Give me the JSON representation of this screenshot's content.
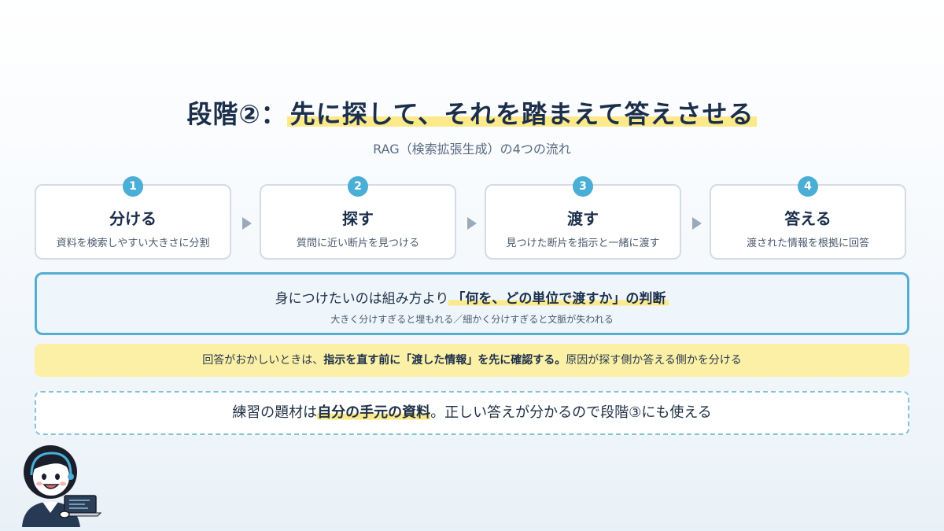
{
  "title": {
    "prefix": "段階②：",
    "highlight": "先に探して、それを踏まえて答えさせる"
  },
  "subtitle": "RAG（検索拡張生成）の4つの流れ",
  "steps": [
    {
      "number": "1",
      "title": "分ける",
      "desc": "資料を検索しやすい大きさに分割"
    },
    {
      "number": "2",
      "title": "探す",
      "desc": "質問に近い断片を見つける"
    },
    {
      "number": "3",
      "title": "渡す",
      "desc": "見つけた断片を指示と一緒に渡す"
    },
    {
      "number": "4",
      "title": "答える",
      "desc": "渡された情報を根拠に回答"
    }
  ],
  "key": {
    "lead": "身につけたいのは組み方より",
    "emphasis": "「何を、どの単位で渡すか」の判断",
    "sub": "大きく分けすぎると埋もれる／細かく分けすぎると文脈が失われる"
  },
  "tip": {
    "before": "回答がおかしいときは、",
    "emphasis": "指示を直す前に「渡した情報」を先に確認する。",
    "after": "原因が探す側か答える側かを分ける"
  },
  "practice": {
    "before": "練習の題材は",
    "emphasis": "自分の手元の資料",
    "after": "。正しい答えが分かるので段階③にも使える"
  },
  "colors": {
    "accent": "#4aaed6",
    "highlight": "#fbe98a",
    "tip_background": "#fbf0a6",
    "title_text": "#1b2e4a"
  }
}
